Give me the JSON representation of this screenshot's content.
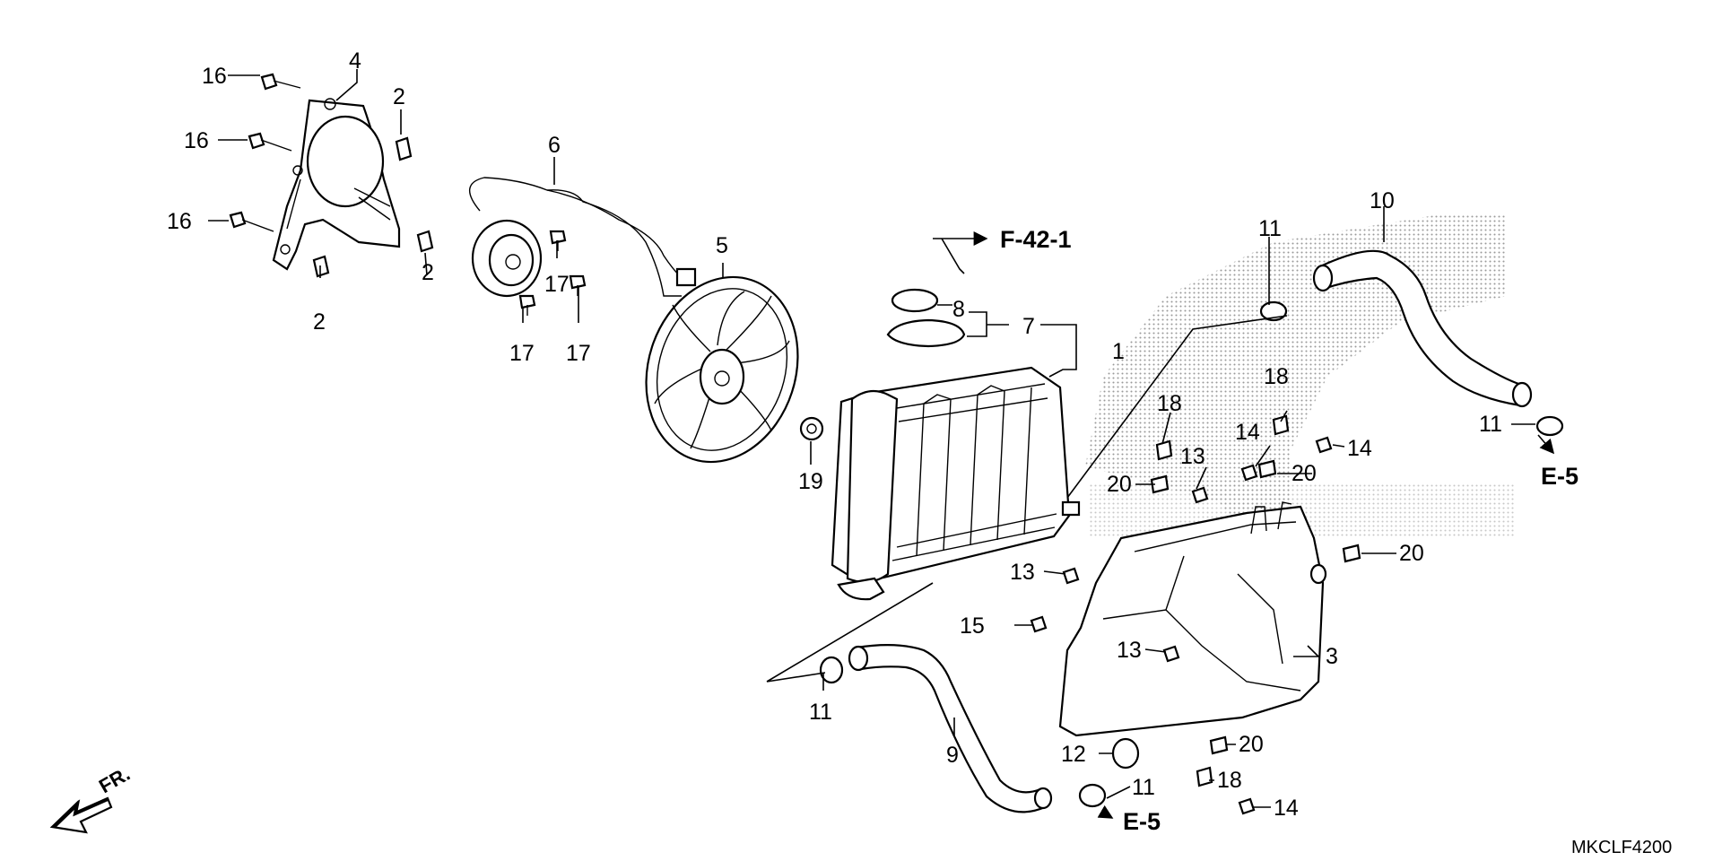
{
  "references": {
    "f421": "F-42-1",
    "e5_right": "E-5",
    "e5_bottom": "E-5"
  },
  "front_indicator": "FR.",
  "diagram_code": "MKCLF4200",
  "callouts": {
    "c1": "1",
    "c2a": "2",
    "c2b": "2",
    "c2c": "2",
    "c3": "3",
    "c4": "4",
    "c5": "5",
    "c6": "6",
    "c7": "7",
    "c8": "8",
    "c9": "9",
    "c10": "10",
    "c11a": "11",
    "c11b": "11",
    "c11c": "11",
    "c11d": "11",
    "c12": "12",
    "c13a": "13",
    "c13b": "13",
    "c13c": "13",
    "c14a": "14",
    "c14b": "14",
    "c14c": "14",
    "c15": "15",
    "c16a": "16",
    "c16b": "16",
    "c16c": "16",
    "c17a": "17",
    "c17b": "17",
    "c17c": "17",
    "c18a": "18",
    "c18b": "18",
    "c18c": "18",
    "c19": "19",
    "c20a": "20",
    "c20b": "20",
    "c20c": "20",
    "c20d": "20"
  },
  "colors": {
    "line": "#000000",
    "background": "#ffffff",
    "shade": "#bbbbbb"
  }
}
